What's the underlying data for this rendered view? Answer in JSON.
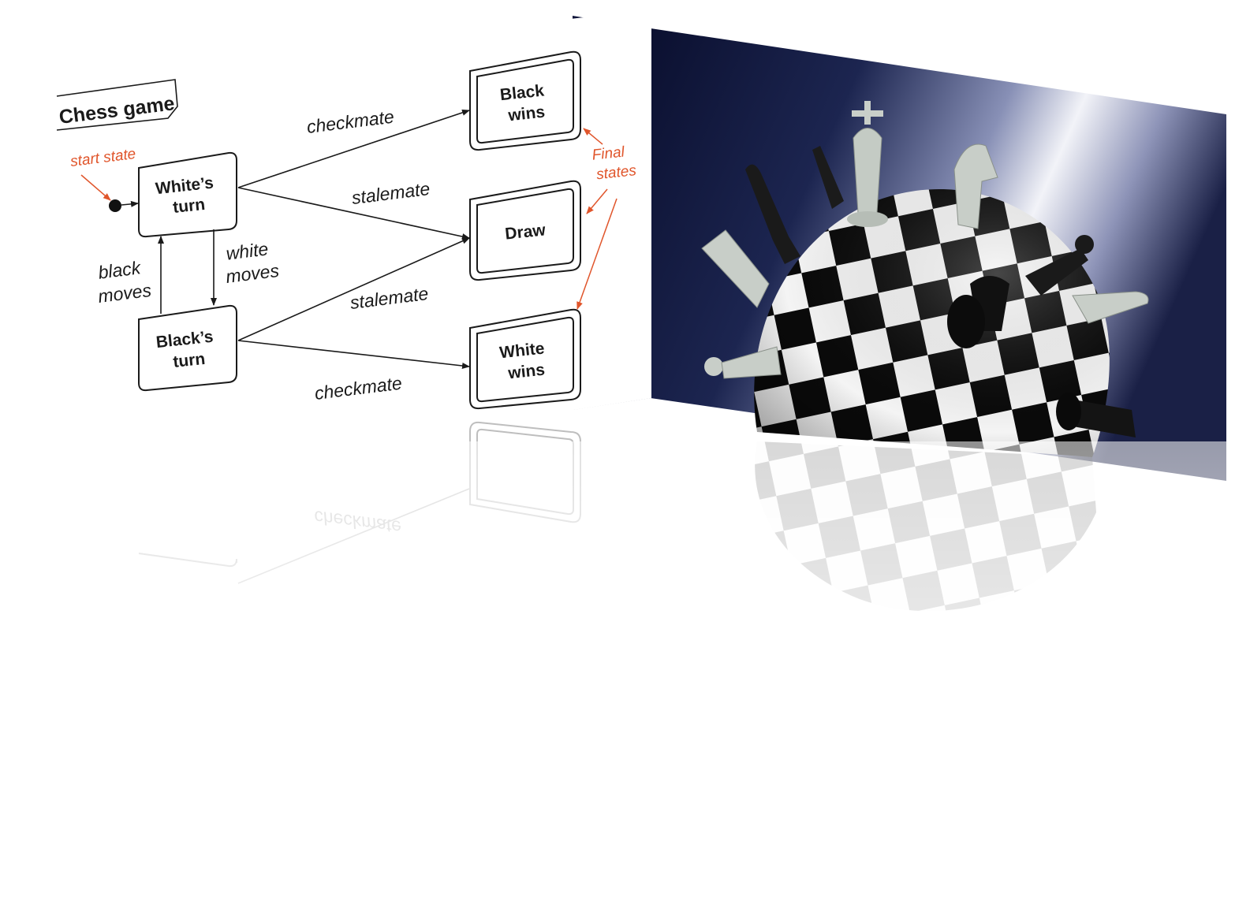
{
  "diagram": {
    "title": "Chess game",
    "start_annotation": "start state",
    "final_annotation": [
      "Final",
      "states"
    ],
    "states": {
      "white_turn": [
        "White’s",
        "turn"
      ],
      "black_turn": [
        "Black’s",
        "turn"
      ],
      "black_wins": [
        "Black",
        "wins"
      ],
      "draw": [
        "Draw"
      ],
      "white_wins": [
        "White",
        "wins"
      ]
    },
    "transitions": {
      "checkmate_top": "checkmate",
      "stalemate_top": "stalemate",
      "stalemate_bottom": "stalemate",
      "checkmate_bottom": "checkmate",
      "white_moves": [
        "white",
        "moves"
      ],
      "black_moves": [
        "black",
        "moves"
      ]
    }
  },
  "colors": {
    "annotation": "#e0552b",
    "ink": "#1a1a1a",
    "navy": "#0e1430",
    "board_dark": "#0a0a0a",
    "board_light": "#f4f4f4"
  },
  "image": {
    "subject": "chess-sphere-render"
  }
}
